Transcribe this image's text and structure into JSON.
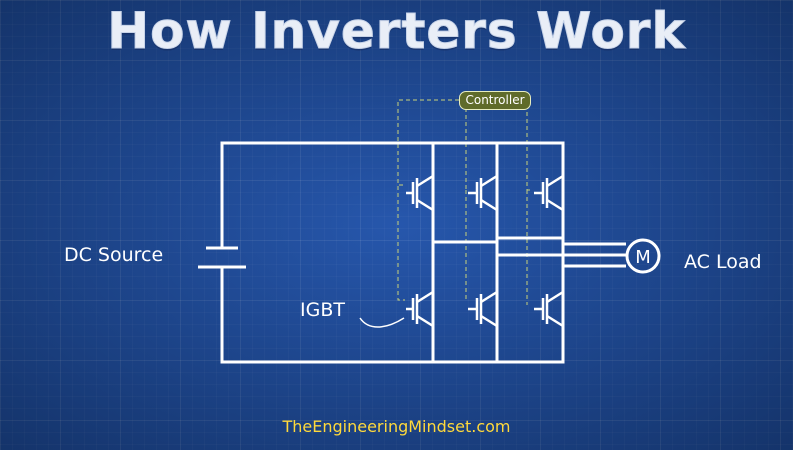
{
  "title": "How Inverters Work",
  "labels": {
    "dc_source": "DC Source",
    "ac_load": "AC Load",
    "igbt": "IGBT",
    "controller": "Controller",
    "motor": "M"
  },
  "footer": "TheEngineeringMindset.com",
  "colors": {
    "background": "#1f4fa3",
    "wire": "#ffffff",
    "controller_fill": "#5f6b2a",
    "controller_lines": "#c9d27a",
    "footer": "#ffd93b"
  }
}
